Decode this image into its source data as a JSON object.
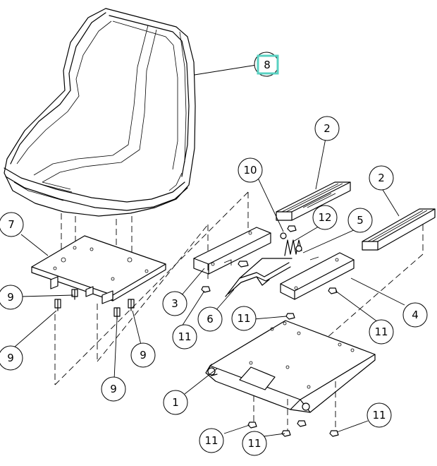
{
  "callouts": {
    "c1": "1",
    "c2a": "2",
    "c2b": "2",
    "c3": "3",
    "c4": "4",
    "c5": "5",
    "c6": "6",
    "c7": "7",
    "c8": "8",
    "c9a": "9",
    "c9b": "9",
    "c9c": "9",
    "c9d": "9",
    "c10": "10",
    "c11a": "11",
    "c11b": "11",
    "c11c": "11",
    "c11d": "11",
    "c11e": "11",
    "c12": "12"
  },
  "highlight": {
    "label": "8",
    "color": "#59d1c2"
  }
}
